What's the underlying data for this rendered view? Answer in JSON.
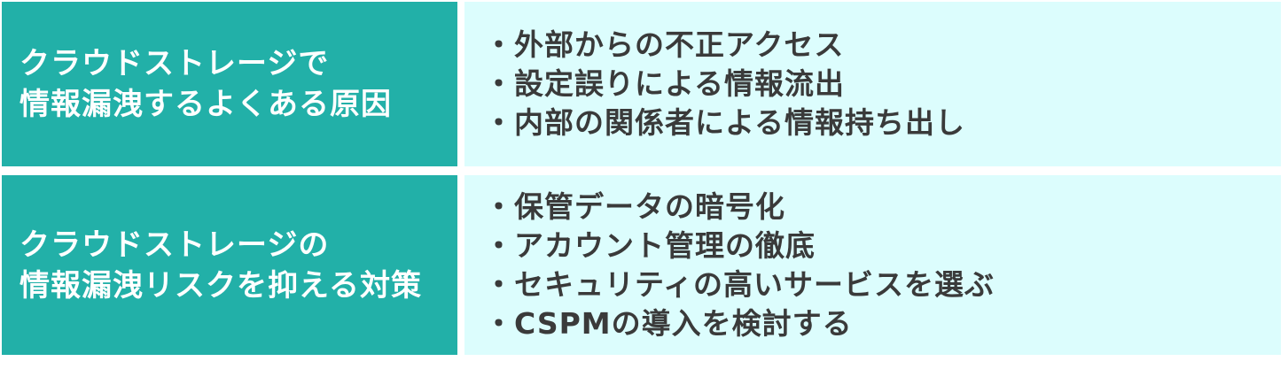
{
  "colors": {
    "header_bg": "#22b0a8",
    "body_bg": "#dcfdfd",
    "header_text": "#ffffff",
    "body_text": "#3a3a3a"
  },
  "rows": [
    {
      "title_lines": [
        "クラウドストレージで",
        "情報漏洩するよくある原因"
      ],
      "bullet": "・",
      "items": [
        "外部からの不正アクセス",
        "設定誤りによる情報流出",
        "内部の関係者による情報持ち出し"
      ]
    },
    {
      "title_lines": [
        "クラウドストレージの",
        "情報漏洩リスクを抑える対策"
      ],
      "bullet": "・",
      "items": [
        "保管データの暗号化",
        "アカウント管理の徹底",
        "セキュリティの高いサービスを選ぶ",
        "CSPMの導入を検討する"
      ]
    }
  ]
}
